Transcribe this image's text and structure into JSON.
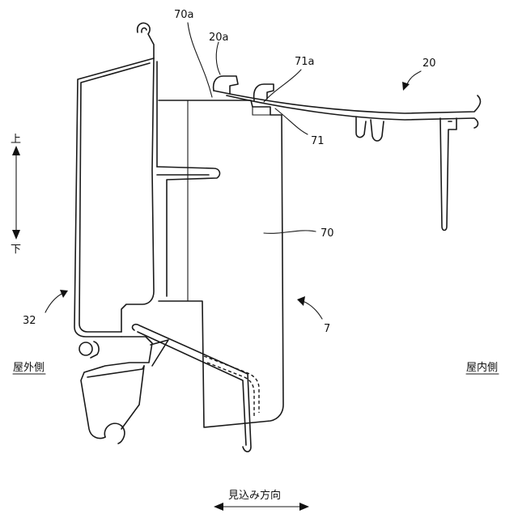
{
  "labels": {
    "ref_70a": "70a",
    "ref_20a": "20a",
    "ref_71a": "71a",
    "ref_20": "20",
    "ref_71": "71",
    "ref_70": "70",
    "ref_7": "7",
    "ref_32": "32"
  },
  "directions": {
    "up": "上",
    "down": "下",
    "outdoor_side": "屋外側",
    "indoor_side": "屋内側",
    "view_direction": "見込み方向"
  }
}
